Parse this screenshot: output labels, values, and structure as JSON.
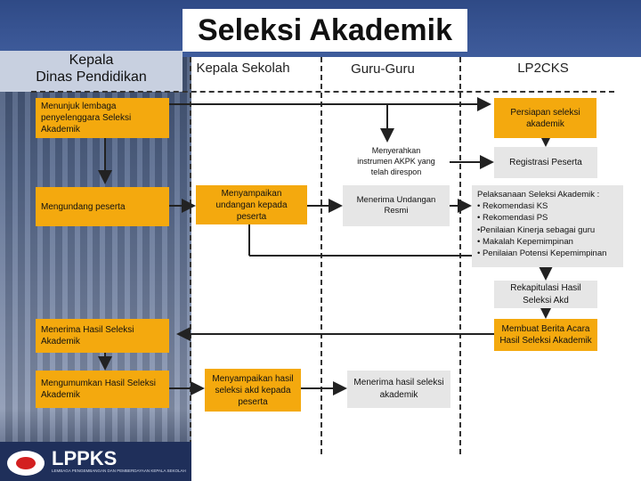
{
  "title": "Seleksi Akademik",
  "columns": {
    "kepala_dinas": [
      "Kepala",
      "Dinas Pendidikan"
    ],
    "kepala_sekolah": "Kepala Sekolah",
    "guru": "Guru-Guru",
    "lp2cks": "LP2CKS"
  },
  "boxes": {
    "menunjuk": [
      "Menunjuk lembaga",
      "penyelenggara Seleksi",
      "Akademik"
    ],
    "persiapan": [
      "Persiapan seleksi",
      "akademik"
    ],
    "menyerahkan": [
      "Menyerahkan",
      "instrumen AKPK yang",
      "telah direspon"
    ],
    "registrasi": "Registrasi Peserta",
    "mengundang": "Mengundang peserta",
    "menyampaikan_undangan": [
      "Menyampaikan",
      "undangan kepada",
      "peserta"
    ],
    "menerima_undangan": [
      "Menerima Undangan",
      "Resmi"
    ],
    "pelaksanaan_title": "Pelaksanaan Seleksi Akademik :",
    "pelaksanaan_items": [
      "• Rekomendasi KS",
      "• Rekomendasi PS",
      "•Penilaian Kinerja sebagai guru",
      "• Makalah Kepemimpinan",
      "• Penilaian Potensi Kepemimpinan"
    ],
    "rekapitulasi": [
      "Rekapitulasi Hasil",
      "Seleksi Akd"
    ],
    "menerima_hasil": [
      "Menerima Hasil Seleksi",
      "Akademik"
    ],
    "berita_acara": [
      "Membuat Berita Acara",
      "Hasil Seleksi Akademik"
    ],
    "mengumumkan": [
      "Mengumumkan Hasil Seleksi",
      "Akademik"
    ],
    "menyampaikan_hasil": [
      "Menyampaikan hasil",
      "seleksi akd kepada",
      "peserta"
    ],
    "menerima_hasil_guru": [
      "Menerima hasil seleksi",
      "akademik"
    ]
  },
  "logo": {
    "text": "LPPKS",
    "subtitle": "LEMBAGA PENGEMBANGAN DAN PEMBERDAYAAN KEPALA SEKOLAH"
  },
  "colors": {
    "orange_box": "#f4a90e",
    "gray_box": "#e6e6e6",
    "header_blue": "#2f4a86"
  }
}
